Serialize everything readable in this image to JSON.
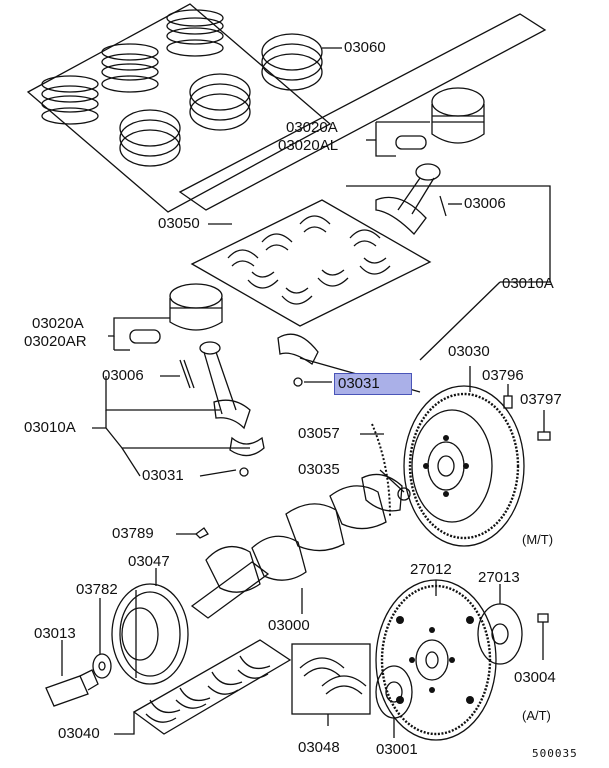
{
  "parts": {
    "p03060": "03060",
    "p03020A_top": "03020A",
    "p03020AL": "03020AL",
    "p03006_top": "03006",
    "p03050": "03050",
    "p03010A_right": "03010A",
    "p03020A_left": "03020A",
    "p03020AR": "03020AR",
    "p03030": "03030",
    "p03006_left": "03006",
    "p03031_hl": "03031",
    "p03796": "03796",
    "p03797": "03797",
    "p03010A_left": "03010A",
    "p03057": "03057",
    "p03035": "03035",
    "p03031_low": "03031",
    "p03789": "03789",
    "p03047": "03047",
    "p03782": "03782",
    "p27012": "27012",
    "p27013": "27013",
    "p03013": "03013",
    "p03000": "03000",
    "p03004": "03004",
    "p03040": "03040",
    "p03048": "03048",
    "p03001": "03001"
  },
  "variants": {
    "mt": "(M/T)",
    "at": "(A/T)"
  },
  "diagram_id": "500035",
  "highlight_color": "#aab0e8"
}
